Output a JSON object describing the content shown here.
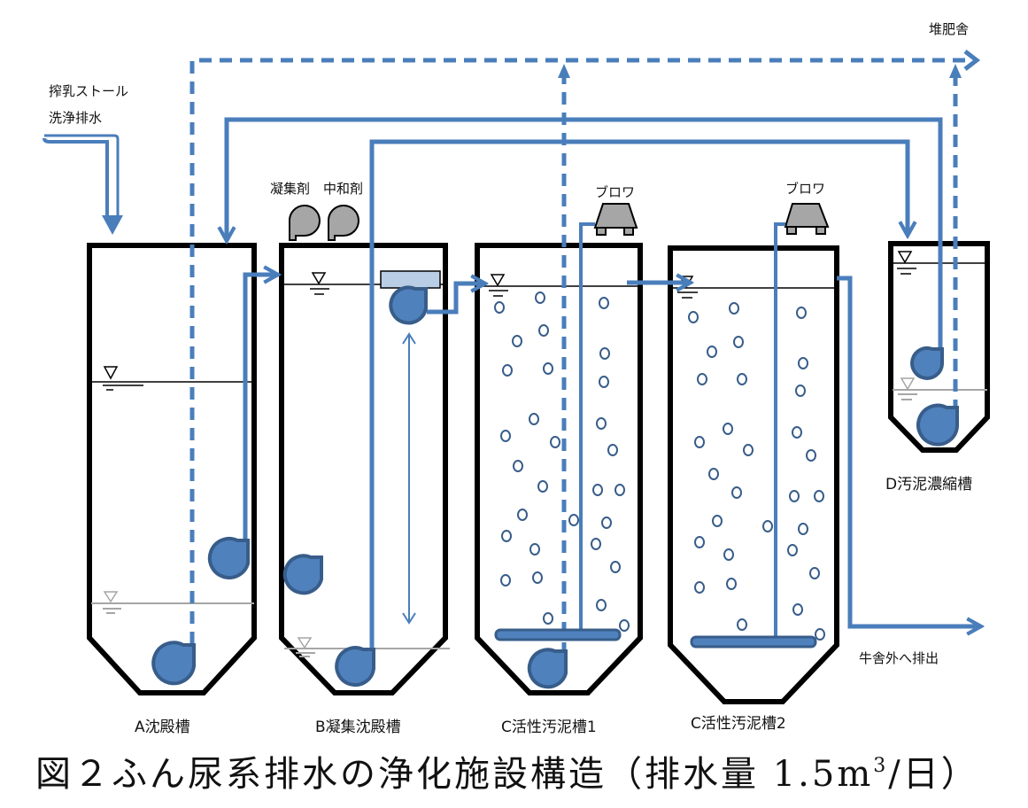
{
  "figure": {
    "caption": "図２ふん尿系排水の浄化施設構造（排水量 1.5m³/日）",
    "caption_main": "図２ふん尿系排水の浄化施設構造（排水量 1.5m",
    "caption_sup": "3",
    "caption_tail": "/日）"
  },
  "labels": {
    "inflow_line1": "搾乳ストール",
    "inflow_line2": "洗浄排水",
    "compost_house": "堆肥舎",
    "discharge": "牛舎外へ排出",
    "coagulant": "凝集剤",
    "neutralizer": "中和剤",
    "blower1": "ブロワ",
    "blower2": "ブロワ"
  },
  "tanks": [
    {
      "id": "A",
      "name": "A沈殿槽"
    },
    {
      "id": "B",
      "name": "B凝集沈殿槽"
    },
    {
      "id": "C1",
      "name": "C活性汚泥槽1"
    },
    {
      "id": "C2",
      "name": "C活性汚泥槽2"
    },
    {
      "id": "D",
      "name": "D汚泥濃縮槽"
    }
  ],
  "colors": {
    "pipe": "#4a7ebb",
    "pump": "#4f81bd",
    "pump_outline": "#385d8a",
    "tank_outline": "#000000",
    "chemical_pump": "#a6a6a6",
    "scraper": "#b9cde5"
  }
}
